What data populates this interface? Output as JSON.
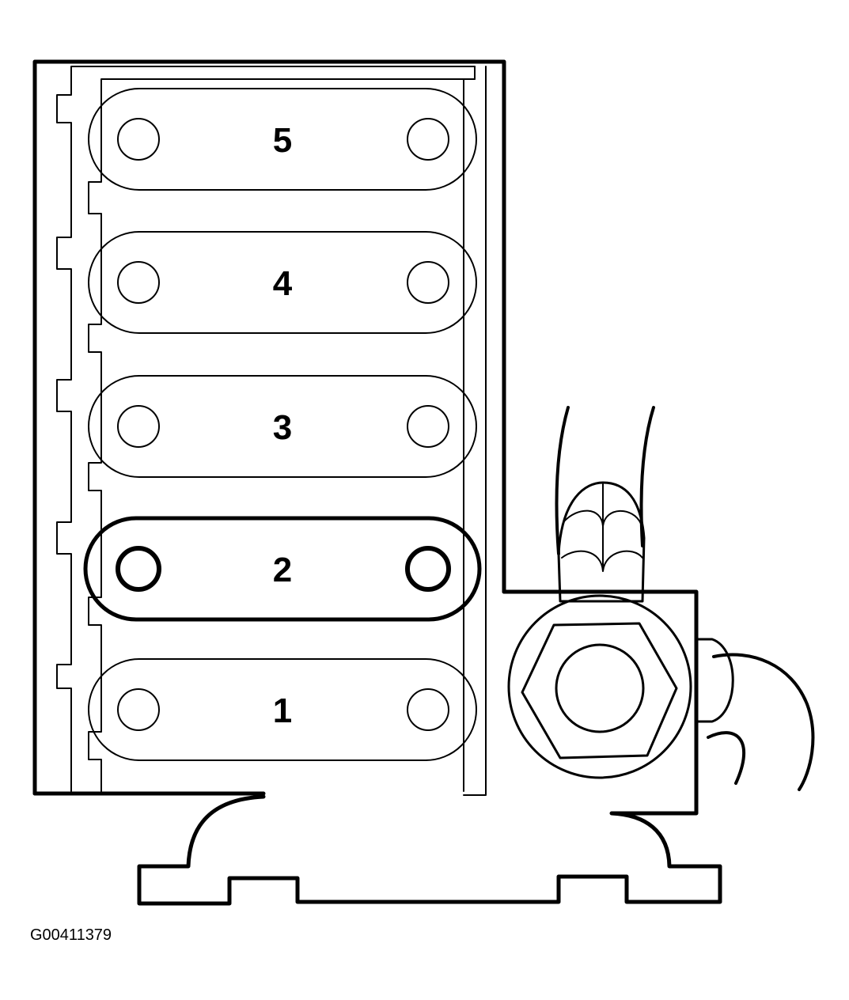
{
  "diagram": {
    "slots": [
      {
        "label": "5",
        "highlighted": false
      },
      {
        "label": "4",
        "highlighted": false
      },
      {
        "label": "3",
        "highlighted": false
      },
      {
        "label": "2",
        "highlighted": true
      },
      {
        "label": "1",
        "highlighted": false
      }
    ],
    "figure_code": "G00411379"
  },
  "colors": {
    "line": "#000000",
    "background": "#ffffff"
  }
}
